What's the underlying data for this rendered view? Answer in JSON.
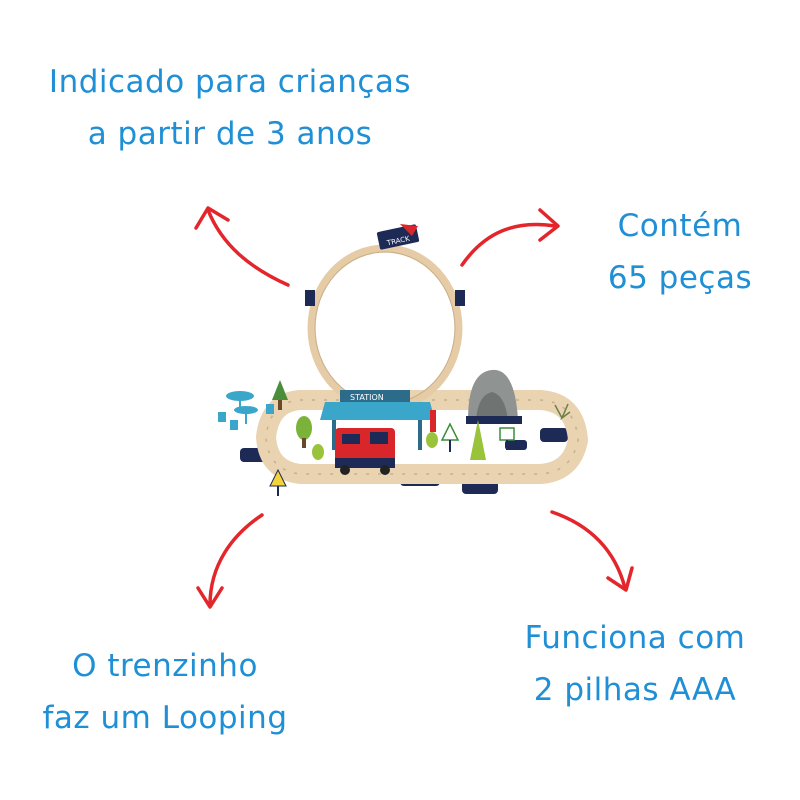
{
  "captions": {
    "age": {
      "line1": "Indicado para crianças",
      "line2": "a partir de 3 anos"
    },
    "pieces": {
      "line1": "Contém",
      "line2": "65 peças"
    },
    "loop": {
      "line1": "O trenzinho",
      "line2": "faz um Looping"
    },
    "battery": {
      "line1": "Funciona com",
      "line2": "2 pilhas AAA"
    }
  },
  "colors": {
    "caption": "#1f8fd6",
    "arrow": "#e3262b",
    "track": "#e9d3b0",
    "roof": "#3aa6c9",
    "train": "#d8262b",
    "tunnel": "#8f9391",
    "base": "#1d2a55"
  },
  "toy": {
    "sign_text": "TRACK",
    "station_text": "STATION"
  }
}
